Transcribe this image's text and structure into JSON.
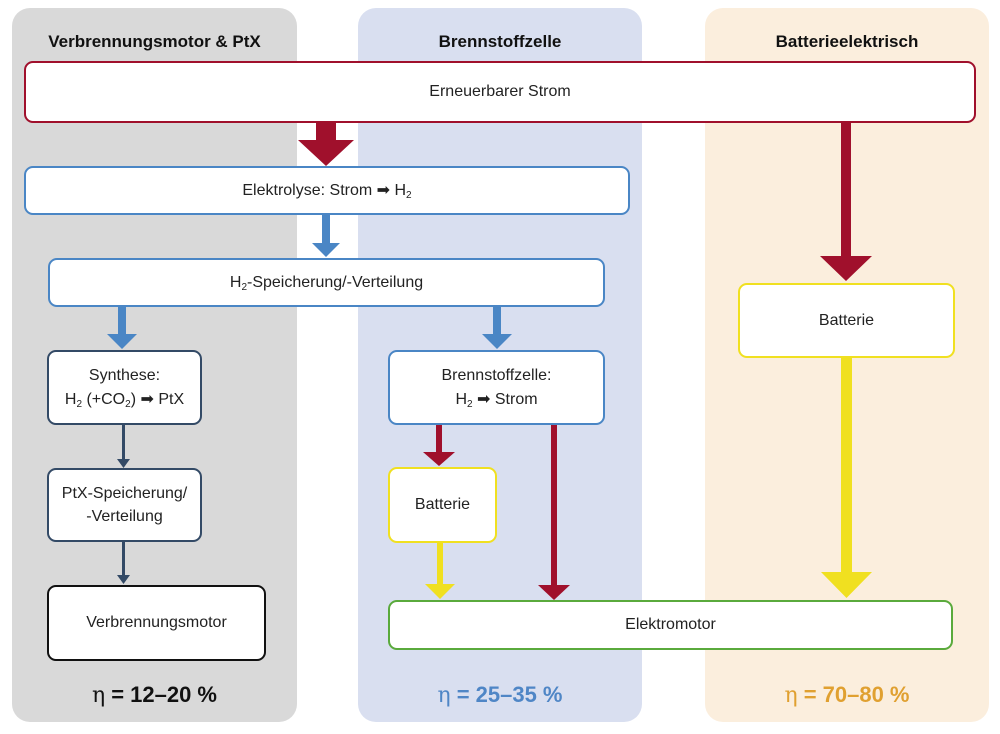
{
  "columns": {
    "ptx": {
      "title": "Verbrennungsmotor & PtX",
      "efficiency": "= 12–20 %"
    },
    "fc": {
      "title": "Brennstoffzelle",
      "efficiency": "= 25–35 %"
    },
    "bev": {
      "title": "Batterieelektrisch",
      "efficiency": "= 70–80 %"
    }
  },
  "eta_symbol": "η",
  "boxes": {
    "renewable": "Erneuerbarer Strom",
    "electrolysis": {
      "prefix": "Elektrolyse: Strom ",
      "arrow": "➡",
      "h": " H",
      "sub": "2"
    },
    "storage": {
      "h": "H",
      "sub": "2",
      "suffix": "-Speicherung/-Verteilung"
    },
    "synthesis": {
      "line1": "Synthese:",
      "h": "H",
      "sub": "2",
      "mid": " (+CO",
      "sub2": "2",
      "end": ") ",
      "arrow": "➡",
      "ptx": " PtX"
    },
    "ptx_storage": {
      "line1": "PtX-Speicherung/",
      "line2": "-Verteilung"
    },
    "combustion_engine": "Verbrennungsmotor",
    "fuel_cell": {
      "line1": "Brennstoffzelle:",
      "h": "H",
      "sub": "2",
      "arrow": " ➡ ",
      "end": "Strom"
    },
    "fc_battery": "Batterie",
    "bev_battery": "Batterie",
    "electric_motor": "Elektromotor"
  },
  "colors": {
    "electricity": "#a0102c",
    "hydrogen": "#4a86c5",
    "ptx": "#334a66",
    "battery": "#f0e020"
  }
}
